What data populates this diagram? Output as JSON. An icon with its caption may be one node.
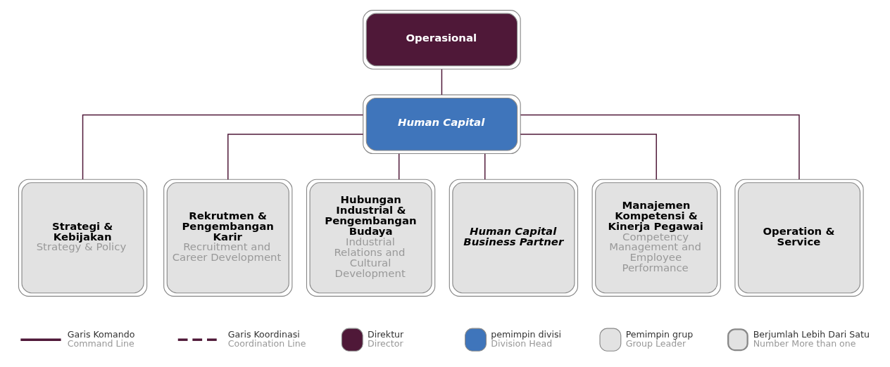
{
  "diagram": {
    "nodes": [
      {
        "text": [
          "Operasional"
        ]
      },
      {
        "text": [
          "Human Capital"
        ]
      },
      {
        "text": [
          "Strategi & Kebijakan",
          "Strategy & Policy"
        ]
      },
      {
        "text": [
          "Rekrutmen & Pengembangan Karir",
          "Recruitment and Career Development"
        ]
      },
      {
        "text": [
          "Hubungan Industrial & Pengembangan Budaya",
          "Industrial Relations and Cultural Development"
        ]
      },
      {
        "text": [
          "Human Capital Business Partner"
        ]
      },
      {
        "text": [
          "Manajemen Kompetensi & Kinerja Pegawai",
          "Competency Management and Employee Performance"
        ]
      },
      {
        "text": [
          "Operation & Service"
        ]
      }
    ],
    "edges": [
      {
        "from": 0,
        "to": 1,
        "arrow": "none"
      },
      {
        "from": 1,
        "to": 2,
        "arrow": "none"
      },
      {
        "from": 1,
        "to": 3,
        "arrow": "none"
      },
      {
        "from": 1,
        "to": 4,
        "arrow": "none"
      },
      {
        "from": 1,
        "to": 5,
        "arrow": "none"
      },
      {
        "from": 1,
        "to": 6,
        "arrow": "none"
      },
      {
        "from": 1,
        "to": 7,
        "arrow": "none"
      }
    ],
    "legend": [
      {
        "text": "Garis Komando Command Line"
      },
      {
        "text": "Garis Koordinasi Coordination Line"
      },
      {
        "text": "Direktur Director",
        "color": "#4f1838"
      },
      {
        "text": "pemimpin divisi Division Head",
        "color": "#3f75bb"
      },
      {
        "text": "Pemimpin grup Group Leader",
        "color": "#e2e2e2"
      },
      {
        "text": "Berjumlah Lebih Dari Satu Number More than one",
        "color": "#e2e2e2"
      }
    ]
  }
}
